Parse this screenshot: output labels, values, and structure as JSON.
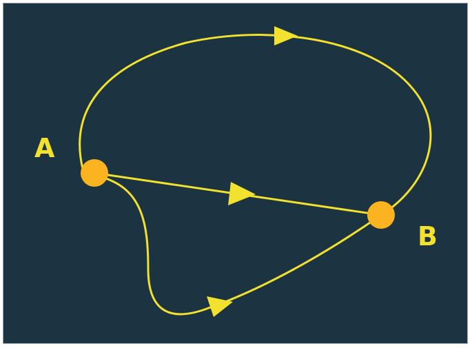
{
  "diagram": {
    "background_color": "#1c3441",
    "path_color": "#f2e12e",
    "node_color": "#fbb41f",
    "nodes": [
      {
        "id": "A",
        "label": "A"
      },
      {
        "id": "B",
        "label": "B"
      }
    ],
    "paths": [
      {
        "from": "A",
        "to": "B",
        "shape": "upper-arc"
      },
      {
        "from": "A",
        "to": "B",
        "shape": "straight"
      },
      {
        "from": "A",
        "to": "B",
        "shape": "lower-curve"
      }
    ]
  }
}
